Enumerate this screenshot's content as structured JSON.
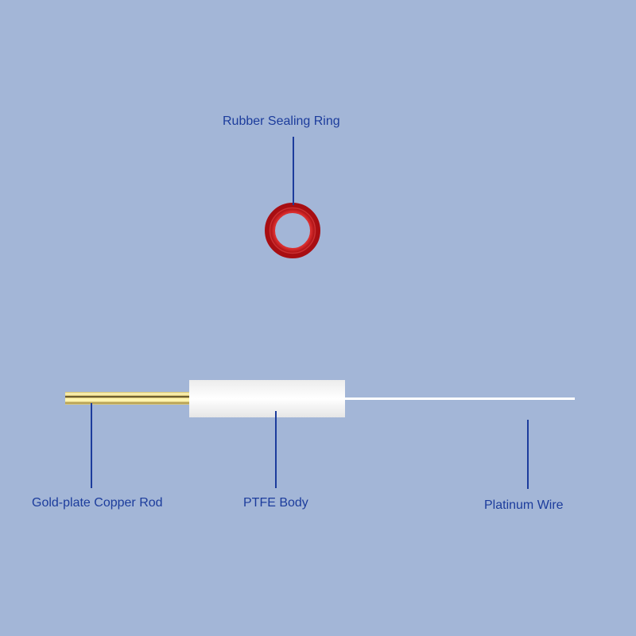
{
  "labels": {
    "ring": "Rubber Sealing Ring",
    "rod": "Gold-plate Copper Rod",
    "body": "PTFE Body",
    "wire": "Platinum Wire"
  },
  "colors": {
    "background": "#a3b6d7",
    "label": "#1c3c9c",
    "ring": "#c8161c",
    "rod": "#e8d890",
    "body": "#ffffff",
    "wire": "#ffffff"
  }
}
